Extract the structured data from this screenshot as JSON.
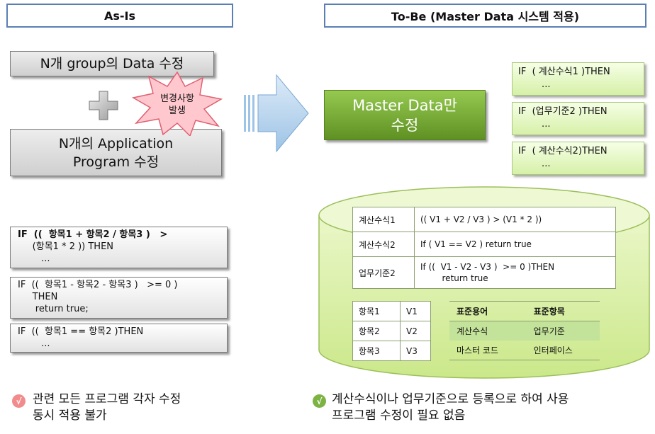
{
  "left": {
    "header": "As-Is",
    "box1": "N개 group의 Data 수정",
    "burst": [
      "변경사항",
      "발생"
    ],
    "box2": [
      "N개의 Application",
      "Program 수정"
    ],
    "code": [
      [
        "IF  ((  항목1 + 항목2 / 항목3 )   >",
        "     (항목1 * 2 )) THEN",
        "        ..."
      ],
      [
        "IF  ((  항목1 - 항목2 - 항목3 )   >= 0 )",
        "     THEN",
        "      return true;"
      ],
      [
        "IF  ((  항목1 == 항목2 )THEN",
        "        ..."
      ]
    ],
    "note": [
      "관련 모든 프로그램 각자 수정",
      "동시 적용 불가"
    ],
    "note_mark": "√"
  },
  "right": {
    "header": "To-Be (Master Data 시스템 적용)",
    "master": [
      "Master Data만",
      "수정"
    ],
    "rules": [
      [
        "IF  ( 계산수식1 )THEN",
        "        ..."
      ],
      [
        "IF  (업무기준2 )THEN",
        "        ..."
      ],
      [
        "IF  ( 계산수식2)THEN",
        "        ..."
      ]
    ],
    "formula_table": [
      [
        "계산수식1",
        "((  V1 + V2 / V3 )  > (V1 * 2 ))"
      ],
      [
        "계산수식2",
        "If (   V1  ==  V2 ) return true"
      ],
      [
        "업무기준2",
        "If ((  V1 - V2 - V3 )  >= 0 )THEN\n        return true"
      ]
    ],
    "var_table": [
      [
        "항목1",
        "V1"
      ],
      [
        "항목2",
        "V2"
      ],
      [
        "항목3",
        "V3"
      ]
    ],
    "std_table": {
      "headers": [
        "표준용어",
        "표준항목"
      ],
      "rows": [
        [
          "계산수식",
          "업무기준"
        ],
        [
          "마스터 코드",
          "인터페이스"
        ]
      ]
    },
    "note": [
      "계산수식이나 업무기준으로 등록으로 하여 사용",
      "프로그램 수정이 필요 없음"
    ],
    "note_mark": "√"
  },
  "colors": {
    "header_border": "#5b7fb5",
    "burst_fill": "#ffc8cf",
    "burst_stroke": "#e06070",
    "master_green": "#76a92b",
    "cylinder": "#d9f0a0",
    "arrow": "#9dc3e6"
  }
}
